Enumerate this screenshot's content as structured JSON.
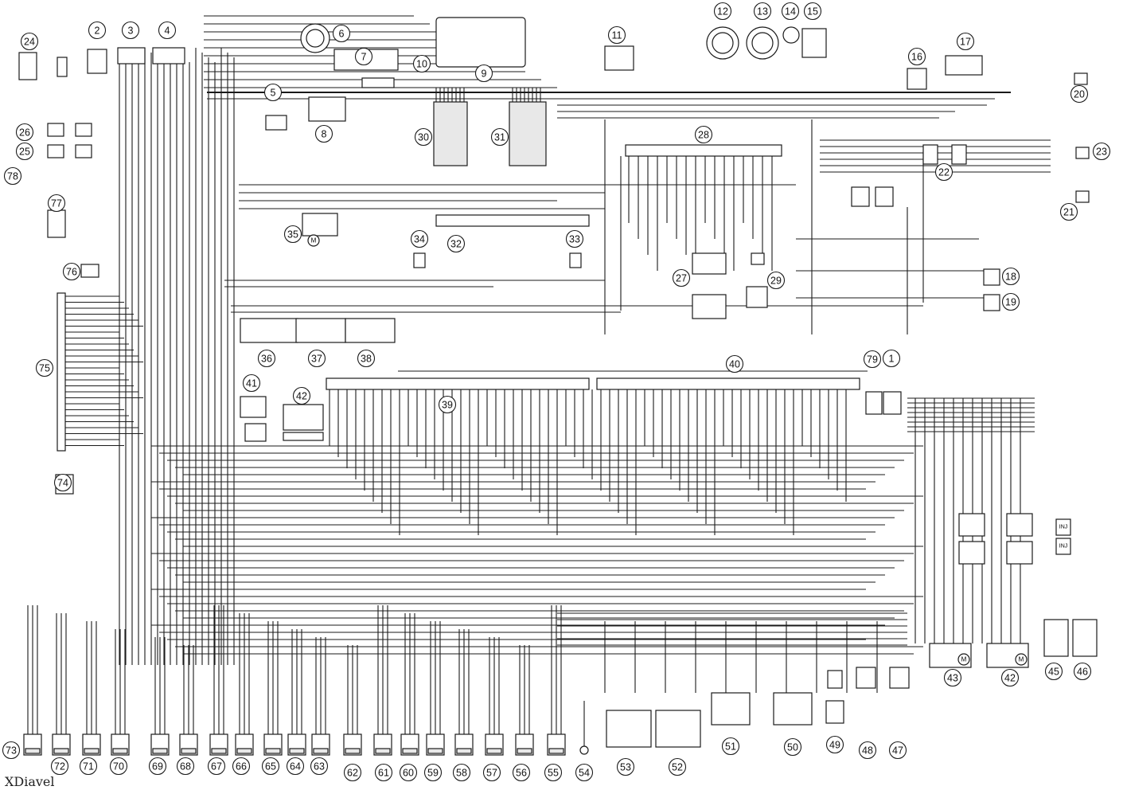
{
  "model_label": "XDiavel",
  "callouts": [
    {
      "id": "1",
      "label": "1"
    },
    {
      "id": "2",
      "label": "2"
    },
    {
      "id": "3",
      "label": "3"
    },
    {
      "id": "4",
      "label": "4"
    },
    {
      "id": "5",
      "label": "5"
    },
    {
      "id": "6",
      "label": "6"
    },
    {
      "id": "7",
      "label": "7"
    },
    {
      "id": "8",
      "label": "8"
    },
    {
      "id": "9",
      "label": "9"
    },
    {
      "id": "10",
      "label": "10"
    },
    {
      "id": "11",
      "label": "11"
    },
    {
      "id": "12",
      "label": "12"
    },
    {
      "id": "13",
      "label": "13"
    },
    {
      "id": "14",
      "label": "14"
    },
    {
      "id": "15",
      "label": "15"
    },
    {
      "id": "16",
      "label": "16"
    },
    {
      "id": "17",
      "label": "17"
    },
    {
      "id": "18",
      "label": "18"
    },
    {
      "id": "19",
      "label": "19"
    },
    {
      "id": "20",
      "label": "20"
    },
    {
      "id": "21",
      "label": "21"
    },
    {
      "id": "22",
      "label": "22"
    },
    {
      "id": "23",
      "label": "23"
    },
    {
      "id": "24",
      "label": "24"
    },
    {
      "id": "25",
      "label": "25"
    },
    {
      "id": "26",
      "label": "26"
    },
    {
      "id": "27",
      "label": "27"
    },
    {
      "id": "28",
      "label": "28"
    },
    {
      "id": "29",
      "label": "29"
    },
    {
      "id": "30",
      "label": "30"
    },
    {
      "id": "31",
      "label": "31"
    },
    {
      "id": "32",
      "label": "32"
    },
    {
      "id": "33",
      "label": "33"
    },
    {
      "id": "34",
      "label": "34"
    },
    {
      "id": "35",
      "label": "35"
    },
    {
      "id": "36",
      "label": "36"
    },
    {
      "id": "37",
      "label": "37"
    },
    {
      "id": "38",
      "label": "38"
    },
    {
      "id": "39",
      "label": "39"
    },
    {
      "id": "40",
      "label": "40"
    },
    {
      "id": "41",
      "label": "41"
    },
    {
      "id": "42a",
      "label": "42"
    },
    {
      "id": "42b",
      "label": "42"
    },
    {
      "id": "43",
      "label": "43"
    },
    {
      "id": "45",
      "label": "45"
    },
    {
      "id": "46",
      "label": "46"
    },
    {
      "id": "47",
      "label": "47"
    },
    {
      "id": "48",
      "label": "48"
    },
    {
      "id": "49",
      "label": "49"
    },
    {
      "id": "50",
      "label": "50"
    },
    {
      "id": "51",
      "label": "51"
    },
    {
      "id": "52",
      "label": "52"
    },
    {
      "id": "53",
      "label": "53"
    },
    {
      "id": "54",
      "label": "54"
    },
    {
      "id": "55",
      "label": "55"
    },
    {
      "id": "56",
      "label": "56"
    },
    {
      "id": "57",
      "label": "57"
    },
    {
      "id": "58",
      "label": "58"
    },
    {
      "id": "59",
      "label": "59"
    },
    {
      "id": "60",
      "label": "60"
    },
    {
      "id": "61",
      "label": "61"
    },
    {
      "id": "62",
      "label": "62"
    },
    {
      "id": "63",
      "label": "63"
    },
    {
      "id": "64",
      "label": "64"
    },
    {
      "id": "65",
      "label": "65"
    },
    {
      "id": "66",
      "label": "66"
    },
    {
      "id": "67",
      "label": "67"
    },
    {
      "id": "68",
      "label": "68"
    },
    {
      "id": "69",
      "label": "69"
    },
    {
      "id": "70",
      "label": "70"
    },
    {
      "id": "71",
      "label": "71"
    },
    {
      "id": "72",
      "label": "72"
    },
    {
      "id": "73",
      "label": "73"
    },
    {
      "id": "74",
      "label": "74"
    },
    {
      "id": "75",
      "label": "75"
    },
    {
      "id": "76",
      "label": "76"
    },
    {
      "id": "77",
      "label": "77"
    },
    {
      "id": "78",
      "label": "78"
    },
    {
      "id": "79",
      "label": "79"
    }
  ],
  "inj_labels": [
    "INJ",
    "INJ"
  ],
  "motor_symbol": "M"
}
